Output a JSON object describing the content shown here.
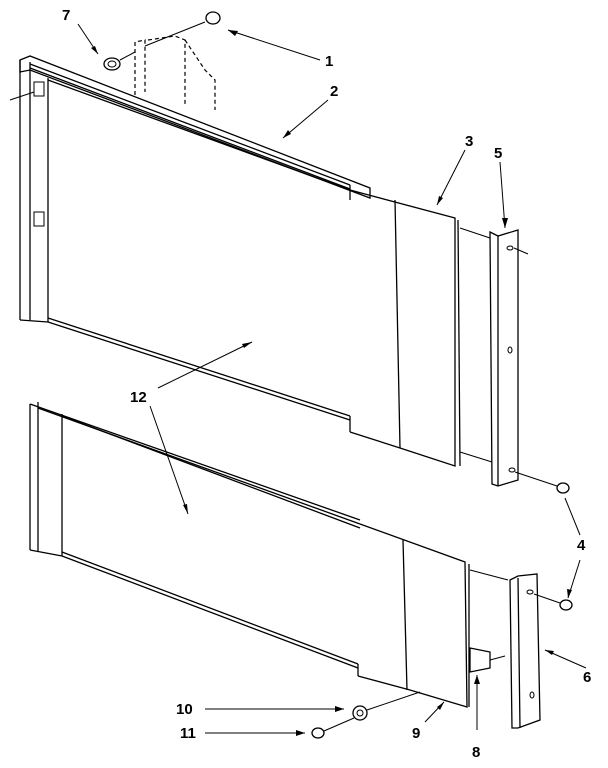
{
  "diagram": {
    "type": "exploded-parts-diagram",
    "description": "Exploded view of two panels with side brackets and fasteners",
    "callouts": [
      {
        "id": "1",
        "label": "1",
        "part": "screw (top)"
      },
      {
        "id": "2",
        "label": "2",
        "part": "upper panel top trim"
      },
      {
        "id": "3",
        "label": "3",
        "part": "upper panel sheet"
      },
      {
        "id": "4",
        "label": "4",
        "part": "screws (right bracket)"
      },
      {
        "id": "5",
        "label": "5",
        "part": "upper right bracket"
      },
      {
        "id": "6",
        "label": "6",
        "part": "lower right bracket"
      },
      {
        "id": "7",
        "label": "7",
        "part": "grommet"
      },
      {
        "id": "8",
        "label": "8",
        "part": "clip"
      },
      {
        "id": "9",
        "label": "9",
        "part": "lower panel sheet"
      },
      {
        "id": "10",
        "label": "10",
        "part": "washer"
      },
      {
        "id": "11",
        "label": "11",
        "part": "screw (bottom)"
      },
      {
        "id": "12",
        "label": "12",
        "part": "panel frames"
      }
    ]
  }
}
